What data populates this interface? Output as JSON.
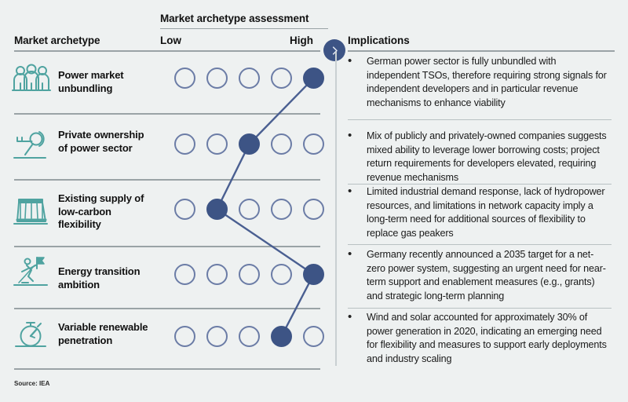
{
  "header": {
    "archetype_col_label": "Market archetype",
    "assessment_title": "Market archetype assessment",
    "scale_low": "Low",
    "scale_high": "High",
    "implications_col_label": "Implications",
    "chevron_icon": "chevron-right-icon"
  },
  "source_note": "Source: IEA",
  "colors": {
    "background": "#eef1f1",
    "dot_filled": "#3d5485",
    "dot_empty_border": "#6b7ca6",
    "connector": "#4a5f91",
    "icon_teal": "#4fa3a0",
    "rule": "#9aa3a6"
  },
  "rows": [
    {
      "icon": "three-people-icon",
      "label": "Power market unbundling",
      "rating": 5,
      "implication": "German power sector is fully unbundled with independent TSOs, therefore requiring strong signals for independent developers and in particular revenue mechanisms to enhance viability"
    },
    {
      "icon": "key-icon",
      "label": "Private ownership of power sector",
      "rating": 3,
      "implication": "Mix of publicly and privately-owned companies suggests mixed ability to leverage lower borrowing costs; project return requirements for developers elevated, requiring revenue mechanisms"
    },
    {
      "icon": "hydropower-dam-icon",
      "label": "Existing supply of low-carbon flexibility",
      "rating": 2,
      "implication": "Limited industrial demand response, lack of hydropower resources, and limitations in network capacity imply a long-term need for additional sources of flexibility to replace gas peakers"
    },
    {
      "icon": "climbing-person-flag-icon",
      "label": "Energy transition ambition",
      "rating": 5,
      "implication": "Germany recently announced a 2035 target for a net-zero power system, suggesting an urgent need for near-term support and enablement measures (e.g., grants) and strategic long-term planning"
    },
    {
      "icon": "stopwatch-icon",
      "label": "Variable renewable penetration",
      "rating": 4,
      "implication": "Wind and solar accounted for approximately 30% of power generation in 2020, indicating an emerging need for flexibility and measures to support early deployments and industry scaling"
    }
  ],
  "scale_points": 5,
  "chart_data": {
    "type": "scatter",
    "title": "Market archetype assessment",
    "categories": [
      "Power market unbundling",
      "Private ownership of power sector",
      "Existing supply of low-carbon flexibility",
      "Energy transition ambition",
      "Variable renewable penetration"
    ],
    "values": [
      5,
      3,
      2,
      5,
      4
    ],
    "xlabel": "",
    "ylabel": "",
    "xlim": [
      1,
      5
    ],
    "x_tick_labels": [
      "Low",
      "",
      "",
      "",
      "High"
    ],
    "grid": false,
    "legend": "none"
  }
}
